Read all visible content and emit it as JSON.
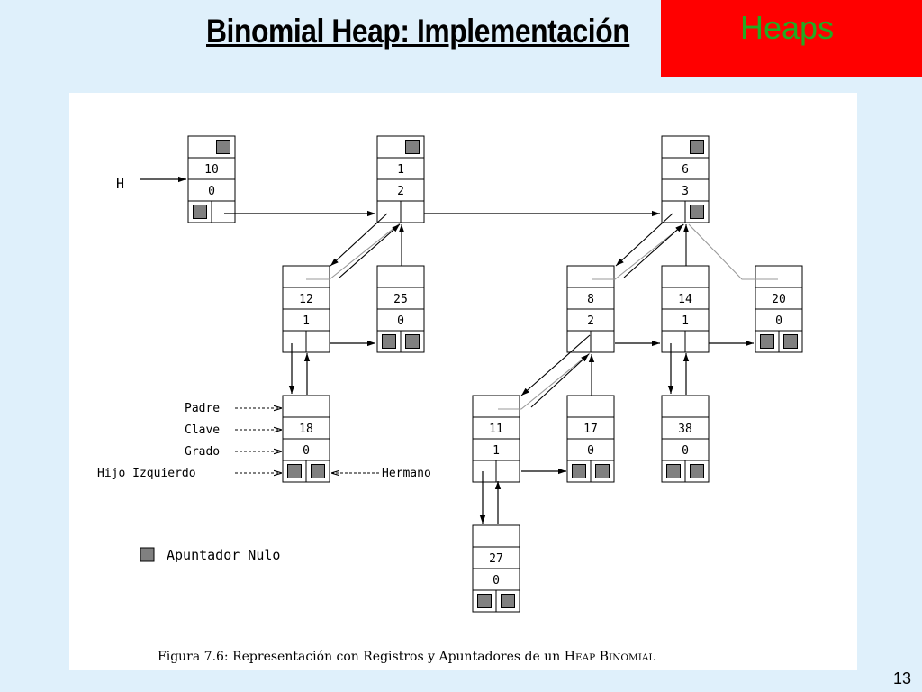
{
  "slide": {
    "title": "Binomial Heap: Implementación",
    "tag": "Heaps",
    "page_number": "13",
    "accent_color": "#ff0000",
    "tag_text_color": "#22aa22"
  },
  "diagram": {
    "head_label": "H",
    "nodes": [
      {
        "id": "n10",
        "key": "10",
        "degree": "0"
      },
      {
        "id": "n1",
        "key": "1",
        "degree": "2"
      },
      {
        "id": "n6",
        "key": "6",
        "degree": "3"
      },
      {
        "id": "n12",
        "key": "12",
        "degree": "1"
      },
      {
        "id": "n25",
        "key": "25",
        "degree": "0"
      },
      {
        "id": "n8",
        "key": "8",
        "degree": "2"
      },
      {
        "id": "n14",
        "key": "14",
        "degree": "1"
      },
      {
        "id": "n20",
        "key": "20",
        "degree": "0"
      },
      {
        "id": "n18",
        "key": "18",
        "degree": "0"
      },
      {
        "id": "n11",
        "key": "11",
        "degree": "1"
      },
      {
        "id": "n17",
        "key": "17",
        "degree": "0"
      },
      {
        "id": "n38",
        "key": "38",
        "degree": "0"
      },
      {
        "id": "n27",
        "key": "27",
        "degree": "0"
      }
    ],
    "field_labels": {
      "padre": "Padre",
      "clave": "Clave",
      "grado": "Grado",
      "hijo": "Hijo Izquierdo",
      "hermano": "Hermano"
    },
    "legend": "Apuntador Nulo",
    "caption_prefix": "Figura 7.6: Representación con Registros y Apuntadores de un ",
    "caption_sc1": "H",
    "caption_sc2": "EAP",
    "caption_sc3": "B",
    "caption_sc4": "INOMIAL",
    "null_pointer_color": "#808080"
  }
}
